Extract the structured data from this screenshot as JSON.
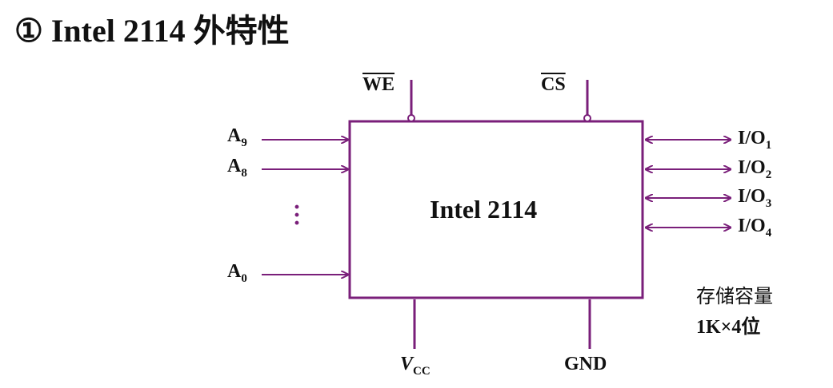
{
  "title": "① Intel 2114 外特性",
  "chip": {
    "name": "Intel 2114"
  },
  "control_pins": {
    "we": "WE",
    "cs": "CS"
  },
  "address_pins": [
    {
      "base": "A",
      "sub": "9"
    },
    {
      "base": "A",
      "sub": "8"
    },
    {
      "base": "A",
      "sub": "0"
    }
  ],
  "io_pins": [
    {
      "base": "I/O",
      "sub": "1"
    },
    {
      "base": "I/O",
      "sub": "2"
    },
    {
      "base": "I/O",
      "sub": "3"
    },
    {
      "base": "I/O",
      "sub": "4"
    }
  ],
  "power_pins": {
    "vcc_base": "V",
    "vcc_sub": "CC",
    "gnd": "GND"
  },
  "capacity": {
    "line1": "存储容量",
    "line2": "1K×4位"
  },
  "colors": {
    "wire": "#7a1f7a",
    "text": "#111111"
  }
}
